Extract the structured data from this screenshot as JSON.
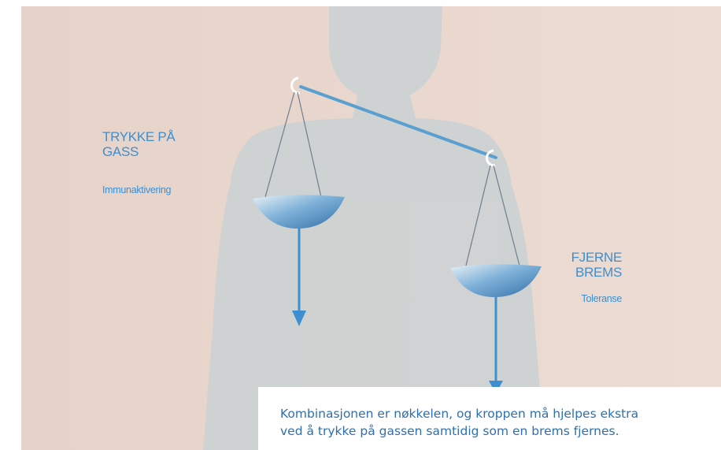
{
  "colors": {
    "background": "#e9d6cc",
    "silhouette": "#cfd3d4",
    "accent": "#3d8fd0",
    "caption_text": "#2f6fb0",
    "caption_box": "#ffffff"
  },
  "diagram": {
    "left_pan": {
      "title_line1": "TRYKKE PÅ",
      "title_line2": "GASS",
      "subtitle": "Immunaktivering"
    },
    "right_pan": {
      "title_line1": "FJERNE",
      "title_line2": "BREMS",
      "subtitle": "Toleranse"
    }
  },
  "caption": {
    "line1": "Kombinasjonen er nøkkelen, og kroppen må hjelpes ekstra",
    "line2": "ved å trykke på gassen samtidig som en brems fjernes."
  }
}
